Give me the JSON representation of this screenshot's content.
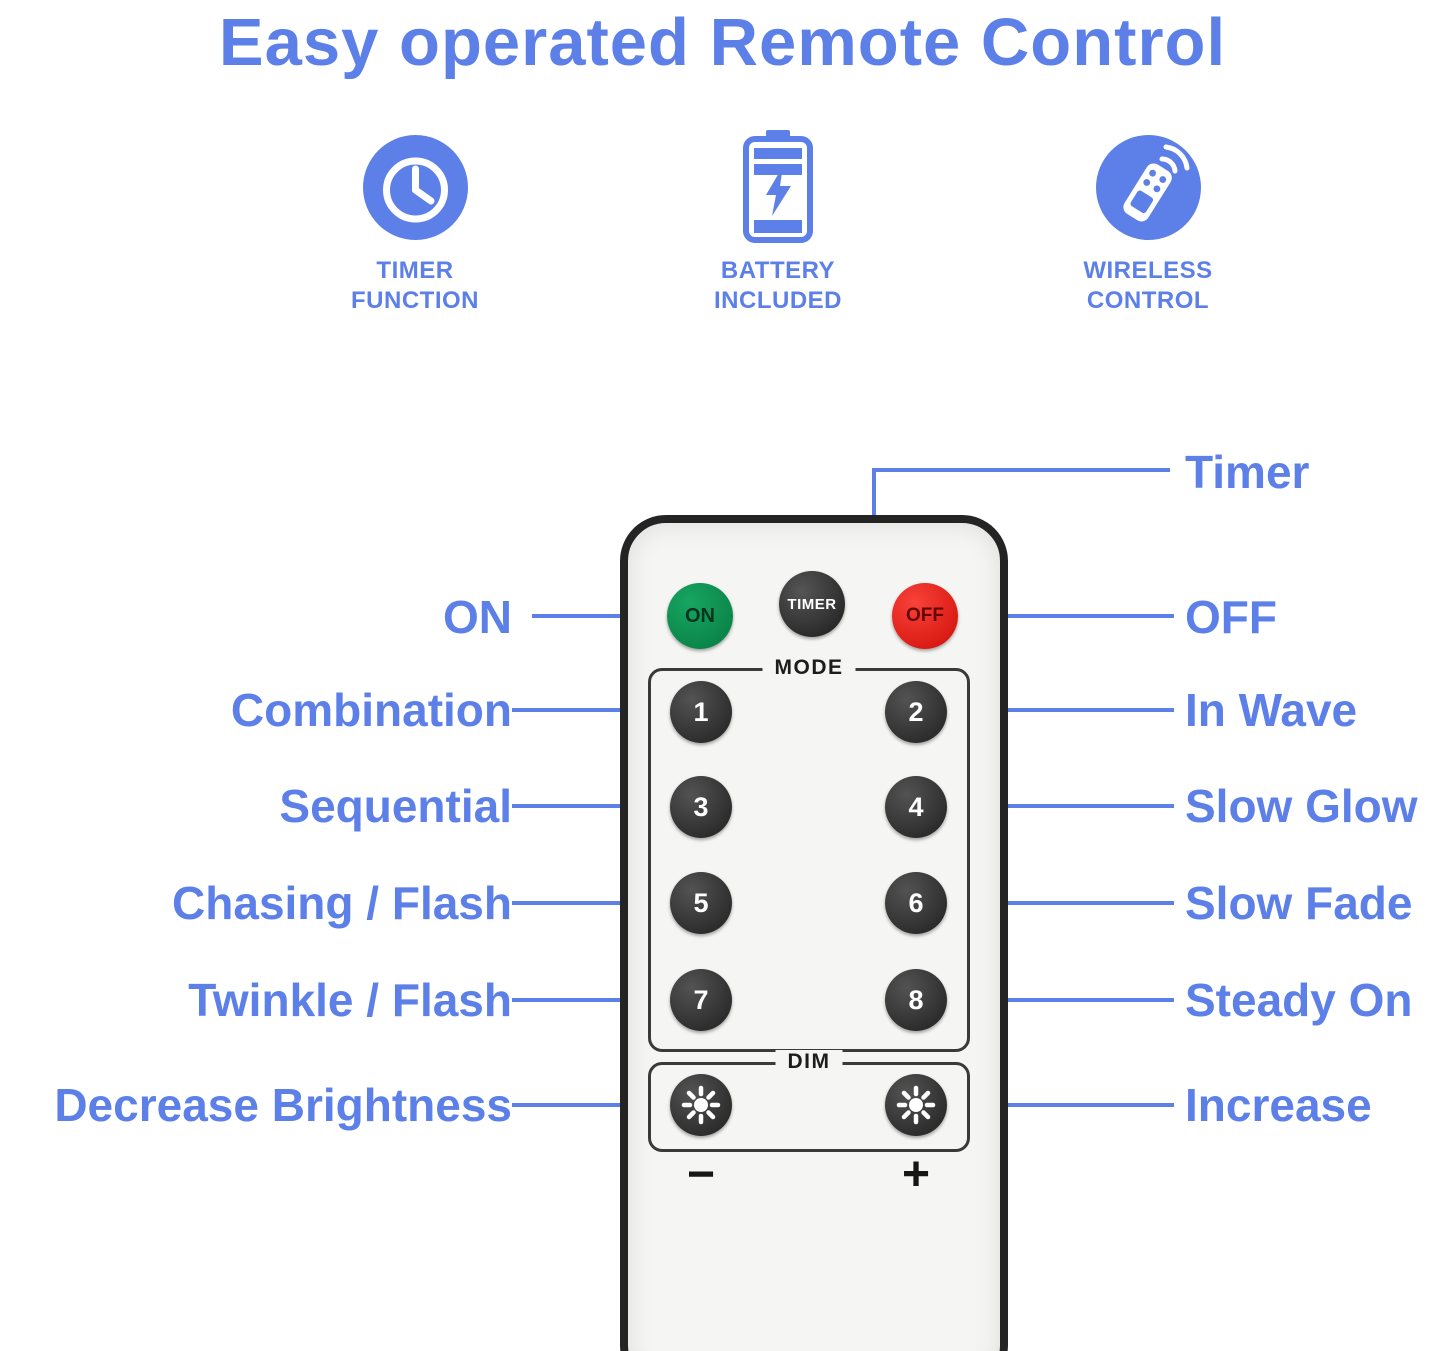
{
  "title": "Easy operated Remote Control",
  "features": [
    {
      "line1": "TIMER",
      "line2": "FUNCTION"
    },
    {
      "line1": "BATTERY",
      "line2": "INCLUDED"
    },
    {
      "line1": "WIRELESS",
      "line2": "CONTROL"
    }
  ],
  "remote": {
    "on_label": "ON",
    "timer_label": "TIMER",
    "off_label": "OFF",
    "mode_label": "MODE",
    "mode_buttons": [
      "1",
      "2",
      "3",
      "4",
      "5",
      "6",
      "7",
      "8"
    ],
    "dim_label": "DIM",
    "decrease_symbol": "−",
    "increase_symbol": "+"
  },
  "callouts": {
    "timer": "Timer",
    "on": "ON",
    "off": "OFF",
    "combination": "Combination",
    "in_wave": "In Wave",
    "sequential": "Sequential",
    "slow_glow": "Slow Glow",
    "chasing_flash": "Chasing / Flash",
    "slow_fade": "Slow Fade",
    "twinkle_flash": "Twinkle / Flash",
    "steady_on": "Steady On",
    "decrease_brightness": "Decrease Brightness",
    "increase": "Increase"
  },
  "colors": {
    "accent_blue": "#5d80e8",
    "on_green": "#0c8c4c",
    "off_red": "#e5150e",
    "button_dark": "#2e2e2e",
    "remote_body": "#f5f5f3"
  }
}
